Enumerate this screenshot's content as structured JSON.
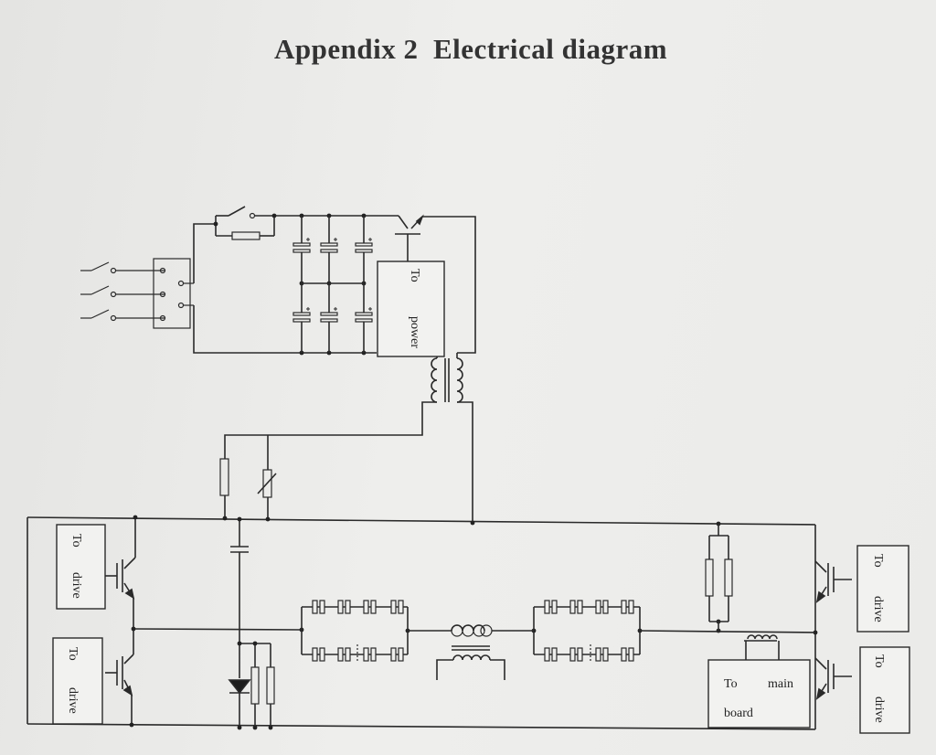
{
  "title": "Appendix 2  Electrical diagram",
  "blocks": {
    "power_box": {
      "line1": "To",
      "line2": "power"
    },
    "drive_top_left": {
      "line1": "To",
      "line2": "drive"
    },
    "drive_bottom_left": {
      "line1": "To",
      "line2": "drive"
    },
    "drive_top_right": {
      "line1": "To",
      "line2": "drive"
    },
    "drive_bottom_right": {
      "line1": "To",
      "line2": "drive"
    },
    "main_board": {
      "line1a": "To",
      "line1b": "main",
      "line2": "board"
    }
  }
}
